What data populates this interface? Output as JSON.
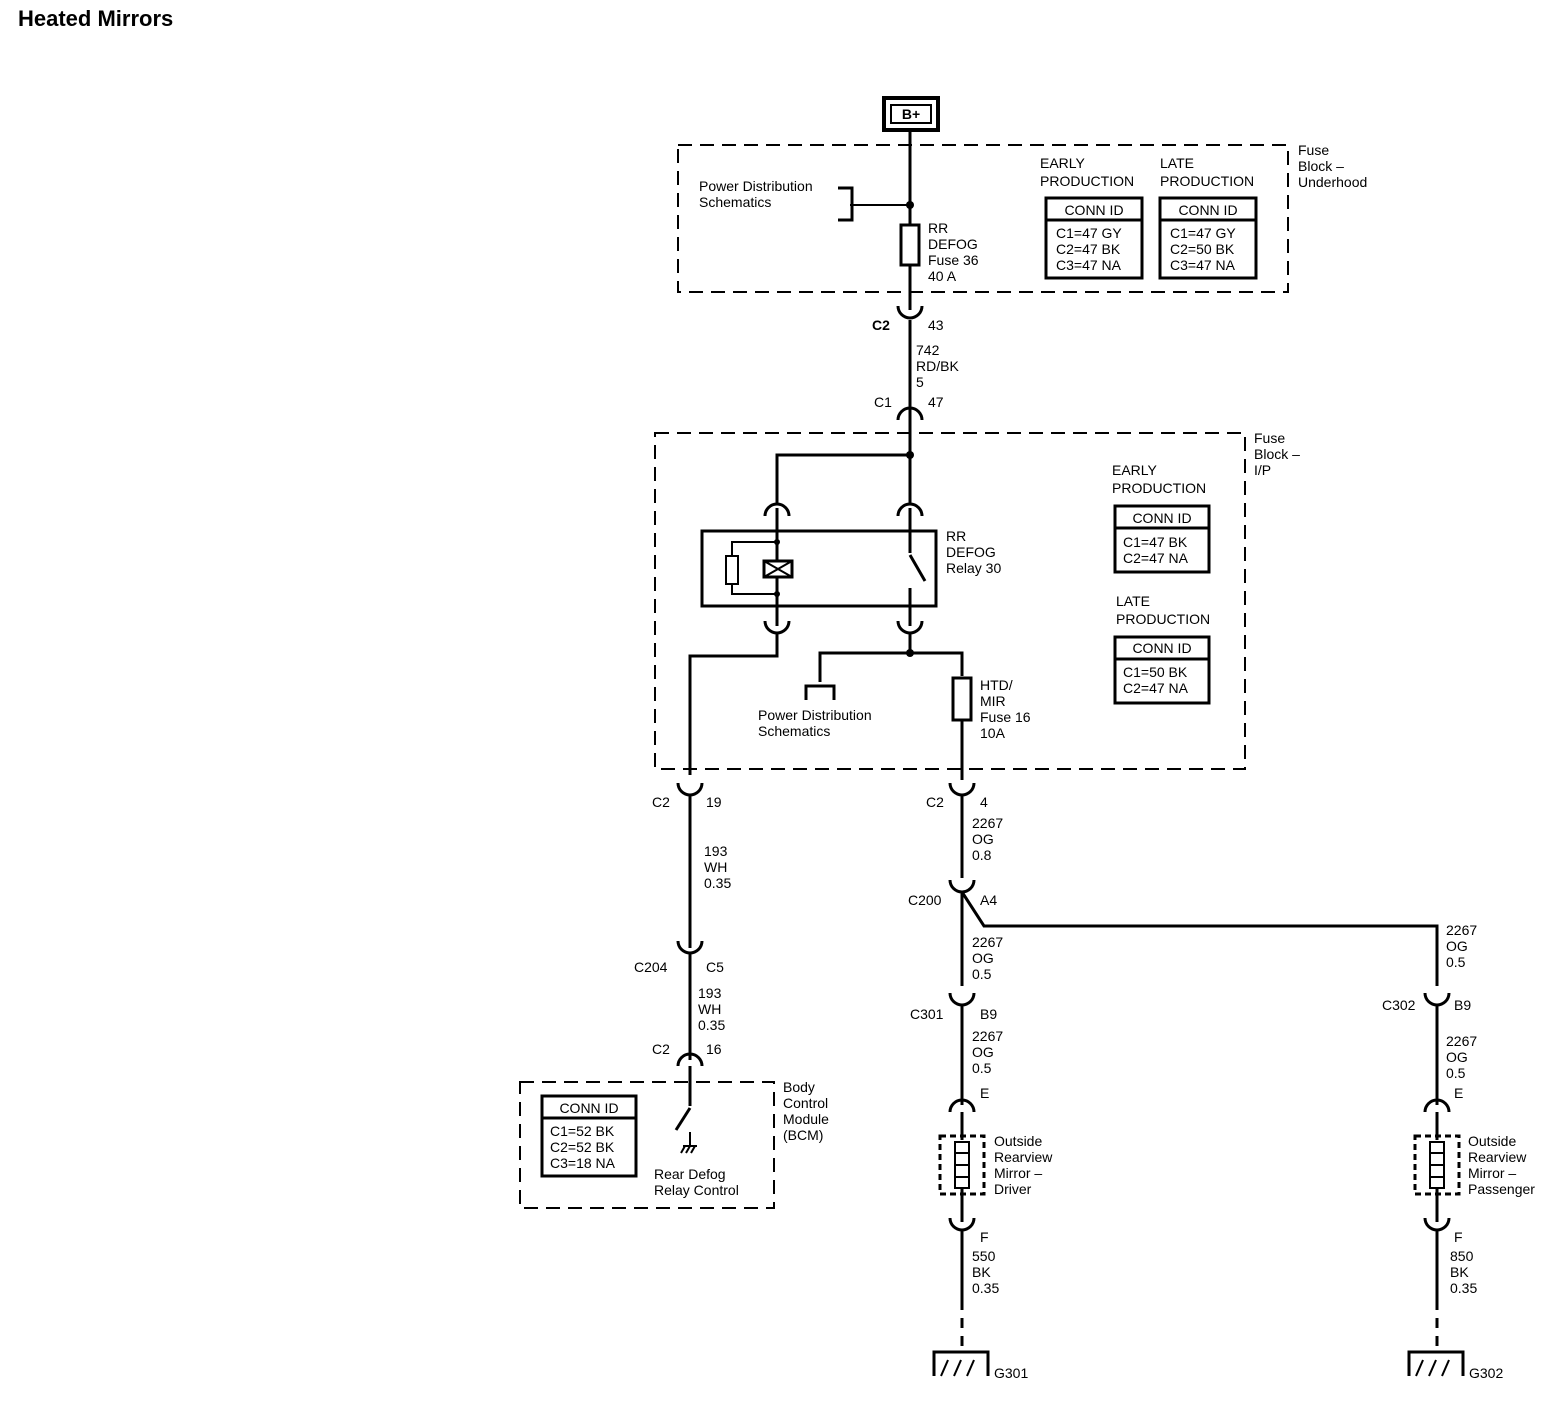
{
  "title": "Heated Mirrors",
  "power": {
    "b_plus": "B+"
  },
  "fuse_block_underhood": {
    "name": [
      "Fuse",
      "Block –",
      "Underhood"
    ],
    "pds": [
      "Power Distribution",
      "Schematics"
    ],
    "fuse": [
      "RR",
      "DEFOG",
      "Fuse 36",
      "40 A"
    ],
    "early": {
      "heading": [
        "EARLY",
        "PRODUCTION"
      ],
      "conn_id": "CONN ID",
      "rows": [
        "C1=47 GY",
        "C2=47 BK",
        "C3=47 NA"
      ]
    },
    "late": {
      "heading": [
        "LATE",
        "PRODUCTION"
      ],
      "conn_id": "CONN ID",
      "rows": [
        "C1=47 GY",
        "C2=50 BK",
        "C3=47 NA"
      ]
    }
  },
  "feed": {
    "c2_label": "C2",
    "c2_pin": "43",
    "wire": [
      "742",
      "RD/BK",
      "5"
    ],
    "c1_label": "C1",
    "c1_pin": "47"
  },
  "fuse_block_ip": {
    "name": [
      "Fuse",
      "Block –",
      "I/P"
    ],
    "relay": [
      "RR",
      "DEFOG",
      "Relay 30"
    ],
    "pds": [
      "Power Distribution",
      "Schematics"
    ],
    "fuse": [
      "HTD/",
      "MIR",
      "Fuse 16",
      "10A"
    ],
    "early": {
      "heading": [
        "EARLY",
        "PRODUCTION"
      ],
      "conn_id": "CONN ID",
      "rows": [
        "C1=47 BK",
        "C2=47 NA"
      ]
    },
    "late": {
      "heading": [
        "LATE",
        "PRODUCTION"
      ],
      "conn_id": "CONN ID",
      "rows": [
        "C1=50 BK",
        "C2=47 NA"
      ]
    }
  },
  "bcm_branch": {
    "c2_label": "C2",
    "c2_pin": "19",
    "wire1": [
      "193",
      "WH",
      "0.35"
    ],
    "c204_label": "C204",
    "c204_pin": "C5",
    "wire2": [
      "193",
      "WH",
      "0.35"
    ],
    "c2b_label": "C2",
    "c2b_pin": "16",
    "bcm_name": [
      "Body",
      "Control",
      "Module",
      "(BCM)"
    ],
    "switch_label": [
      "Rear Defog",
      "Relay Control"
    ],
    "conn_id": "CONN ID",
    "rows": [
      "C1=52 BK",
      "C2=52 BK",
      "C3=18 NA"
    ]
  },
  "mirror_branch": {
    "c2_label": "C2",
    "c2_pin": "4",
    "wire1": [
      "2267",
      "OG",
      "0.8"
    ],
    "c200_label": "C200",
    "c200_pin": "A4",
    "driver": {
      "wire": [
        "2267",
        "OG",
        "0.5"
      ],
      "conn_label": "C301",
      "conn_pin": "B9",
      "wire2": [
        "2267",
        "OG",
        "0.5"
      ],
      "pin_e": "E",
      "device": [
        "Outside",
        "Rearview",
        "Mirror –",
        "Driver"
      ],
      "pin_f": "F",
      "ground_wire": [
        "550",
        "BK",
        "0.35"
      ],
      "ground": "G301"
    },
    "passenger": {
      "wire": [
        "2267",
        "OG",
        "0.5"
      ],
      "conn_label": "C302",
      "conn_pin": "B9",
      "wire2": [
        "2267",
        "OG",
        "0.5"
      ],
      "pin_e": "E",
      "device": [
        "Outside",
        "Rearview",
        "Mirror –",
        "Passenger"
      ],
      "pin_f": "F",
      "ground_wire": [
        "850",
        "BK",
        "0.35"
      ],
      "ground": "G302"
    }
  }
}
